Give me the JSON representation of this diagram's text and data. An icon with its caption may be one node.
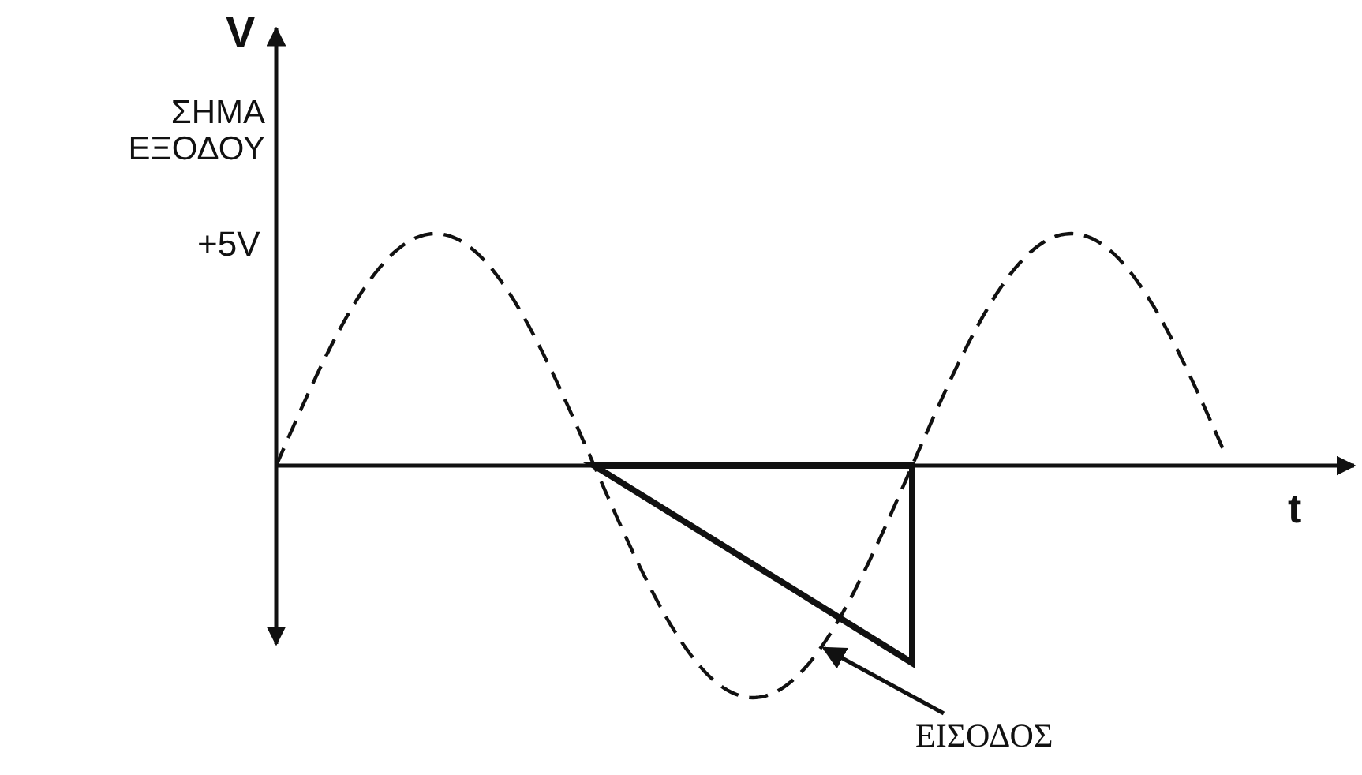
{
  "diagram": {
    "nodes": [
      {
        "text": [
          "ΕΙΣΟΔΟΣ"
        ]
      },
      {
        "text": [],
        "shape": "picture"
      }
    ],
    "edges": [
      {
        "from": 0,
        "to": 1,
        "arrow": "to"
      }
    ],
    "labels": [
      "V",
      "ΣΗΜΑ ΕΞΟΔΟΥ",
      "+5V",
      "t"
    ]
  }
}
